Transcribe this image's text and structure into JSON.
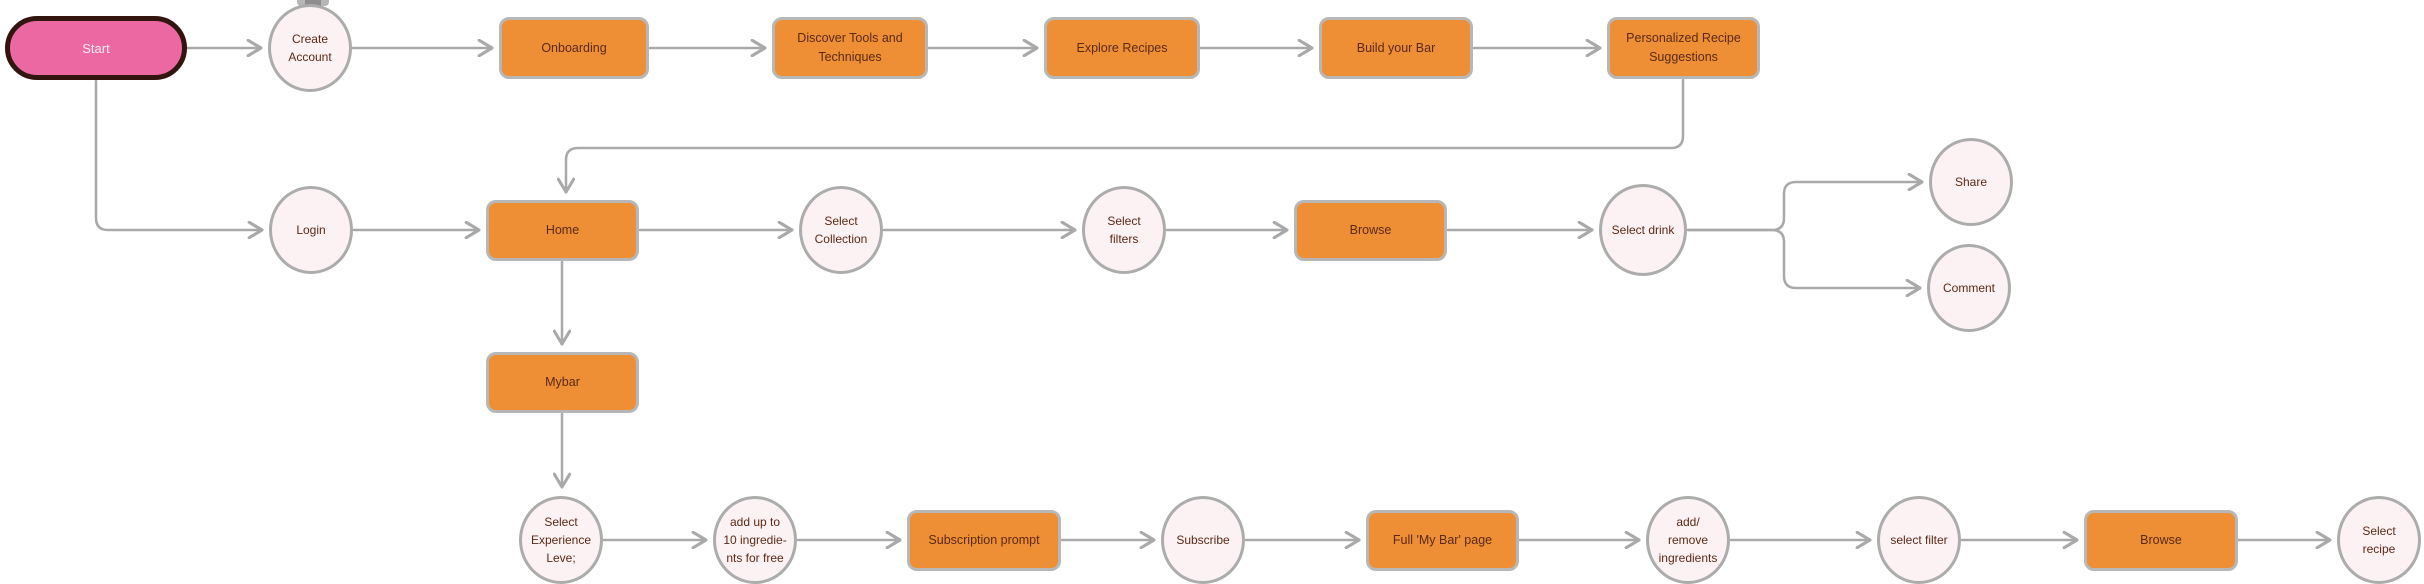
{
  "diagram": {
    "background": "#FFFFFF",
    "colors": {
      "process_box_fill": "#EE8F35",
      "process_box_border": "#B7B7B7",
      "circle_fill": "#FCF1F3",
      "circle_border": "#ACACAC",
      "start_fill": "#EC68A2",
      "start_border": "#33150F",
      "start_text": "#FDEDF4",
      "node_text": "#5B2A16",
      "connector": "#A9A9A9"
    },
    "nodes": [
      {
        "id": "start",
        "shape": "pill",
        "label": "Start"
      },
      {
        "id": "create-account",
        "shape": "circle",
        "label": "Create\nAccount"
      },
      {
        "id": "onboarding",
        "shape": "rect",
        "label": "Onboarding"
      },
      {
        "id": "discover-tools",
        "shape": "rect",
        "label": "Discover Tools and\nTechniques"
      },
      {
        "id": "explore-recipes",
        "shape": "rect",
        "label": "Explore Recipes"
      },
      {
        "id": "build-your-bar",
        "shape": "rect",
        "label": "Build your Bar"
      },
      {
        "id": "personalized-suggestions",
        "shape": "rect",
        "label": "Personalized Recipe\nSuggestions"
      },
      {
        "id": "login",
        "shape": "circle",
        "label": "Login"
      },
      {
        "id": "home",
        "shape": "rect",
        "label": "Home"
      },
      {
        "id": "select-collection",
        "shape": "circle",
        "label": "Select\nCollection"
      },
      {
        "id": "select-filters",
        "shape": "circle",
        "label": "Select\nfilters"
      },
      {
        "id": "browse-recipes",
        "shape": "rect",
        "label": "Browse"
      },
      {
        "id": "select-drink",
        "shape": "circle",
        "label": "Select drink"
      },
      {
        "id": "share",
        "shape": "circle",
        "label": "Share"
      },
      {
        "id": "comment",
        "shape": "circle",
        "label": "Comment"
      },
      {
        "id": "mybar",
        "shape": "rect",
        "label": "Mybar"
      },
      {
        "id": "select-experience",
        "shape": "circle",
        "label": "Select\nExperience\nLeve;"
      },
      {
        "id": "add-ingredients-free",
        "shape": "circle",
        "label": "add up to\n10 ingredie-\nnts for free"
      },
      {
        "id": "subscription-prompt",
        "shape": "rect",
        "label": "Subscription prompt"
      },
      {
        "id": "subscribe",
        "shape": "circle",
        "label": "Subscribe"
      },
      {
        "id": "full-mybar-page",
        "shape": "rect",
        "label": "Full 'My Bar' page"
      },
      {
        "id": "add-remove-ingredients",
        "shape": "circle",
        "label": "add/\nremove\ningredients"
      },
      {
        "id": "select-filter",
        "shape": "circle",
        "label": "select filter"
      },
      {
        "id": "browse-mybar",
        "shape": "rect",
        "label": "Browse"
      },
      {
        "id": "select-recipe",
        "shape": "circle",
        "label": "Select\nrecipe"
      }
    ],
    "edges": [
      {
        "from": "start",
        "to": "create-account"
      },
      {
        "from": "create-account",
        "to": "onboarding"
      },
      {
        "from": "onboarding",
        "to": "discover-tools"
      },
      {
        "from": "discover-tools",
        "to": "explore-recipes"
      },
      {
        "from": "explore-recipes",
        "to": "build-your-bar"
      },
      {
        "from": "build-your-bar",
        "to": "personalized-suggestions"
      },
      {
        "from": "start",
        "to": "login"
      },
      {
        "from": "personalized-suggestions",
        "to": "home"
      },
      {
        "from": "login",
        "to": "home"
      },
      {
        "from": "home",
        "to": "select-collection"
      },
      {
        "from": "select-collection",
        "to": "select-filters"
      },
      {
        "from": "select-filters",
        "to": "browse-recipes"
      },
      {
        "from": "browse-recipes",
        "to": "select-drink"
      },
      {
        "from": "select-drink",
        "to": "share"
      },
      {
        "from": "select-drink",
        "to": "comment"
      },
      {
        "from": "home",
        "to": "mybar"
      },
      {
        "from": "mybar",
        "to": "select-experience"
      },
      {
        "from": "select-experience",
        "to": "add-ingredients-free"
      },
      {
        "from": "add-ingredients-free",
        "to": "subscription-prompt"
      },
      {
        "from": "subscription-prompt",
        "to": "subscribe"
      },
      {
        "from": "subscribe",
        "to": "full-mybar-page"
      },
      {
        "from": "full-mybar-page",
        "to": "add-remove-ingredients"
      },
      {
        "from": "add-remove-ingredients",
        "to": "select-filter"
      },
      {
        "from": "select-filter",
        "to": "browse-mybar"
      },
      {
        "from": "browse-mybar",
        "to": "select-recipe"
      }
    ]
  }
}
